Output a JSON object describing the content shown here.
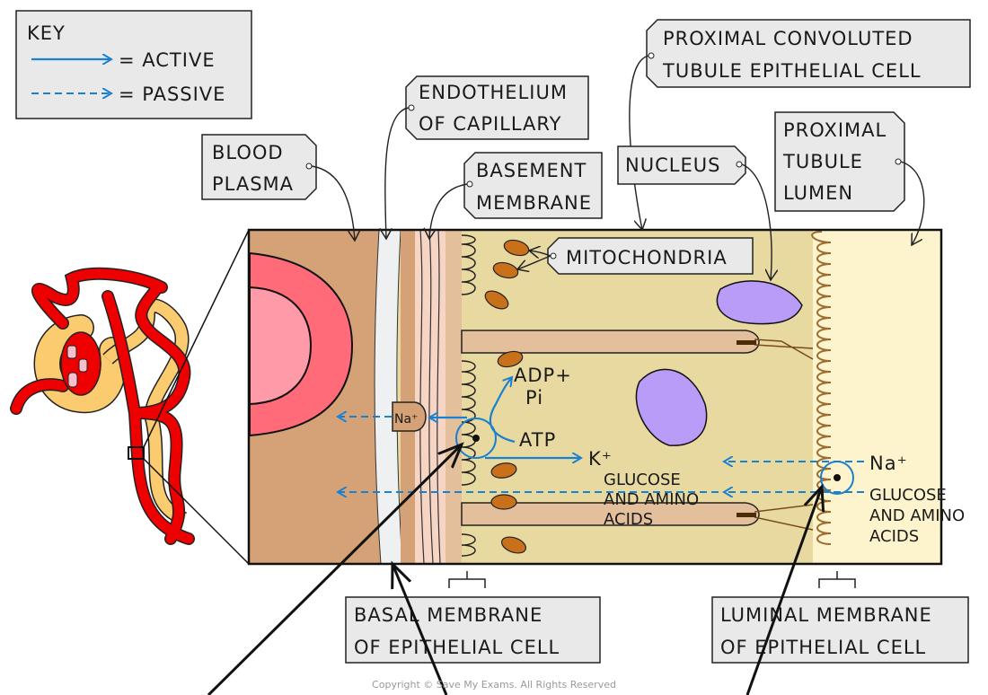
{
  "key": {
    "title": "KEY",
    "active_label": "= ACTIVE",
    "passive_label": "= PASSIVE"
  },
  "labels": {
    "blood_plasma": [
      "BLOOD",
      "PLASMA"
    ],
    "endothelium": [
      "ENDOTHELIUM",
      "OF CAPILLARY"
    ],
    "basement_membrane": [
      "BASEMENT",
      "MEMBRANE"
    ],
    "nucleus": "NUCLEUS",
    "pct_cell": [
      "PROXIMAL CONVOLUTED",
      "TUBULE EPITHELIAL CELL"
    ],
    "lumen": [
      "PROXIMAL",
      "TUBULE",
      "LUMEN"
    ],
    "mitochondria": "MITOCHONDRIA",
    "basal_membrane": [
      "BASAL MEMBRANE",
      "OF EPITHELIAL CELL"
    ],
    "luminal_membrane": [
      "LUMINAL MEMBRANE",
      "OF EPITHELIAL CELL"
    ]
  },
  "molecules": {
    "na_basal": "Na⁺",
    "adp": "ADP+",
    "pi": "Pi",
    "atp": "ATP",
    "k": "K⁺",
    "glucose_mid": [
      "GLUCOSE",
      "AND AMINO",
      "ACIDS"
    ],
    "na_luminal": "Na⁺",
    "glucose_luminal": [
      "GLUCOSE",
      "AND AMINO",
      "ACIDS"
    ]
  },
  "copyright": "Copyright © Save My Exams. All Rights Reserved",
  "colors": {
    "active_arrow": "#1a80d0",
    "passive_arrow": "#1a80d0",
    "blood_vessel": "#ee0000",
    "tubule": "#fbcb70",
    "nucleus": "#b89cf8",
    "mitochondria": "#c9701a",
    "cytoplasm": "#e8d9a0",
    "lumen": "#fdf3cc",
    "plasma": "#d4a276"
  }
}
